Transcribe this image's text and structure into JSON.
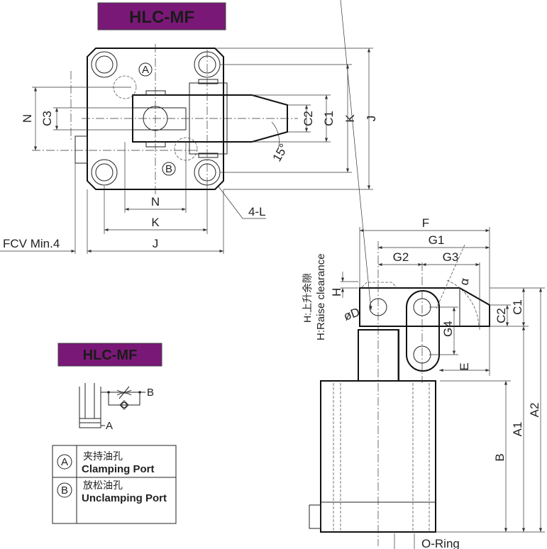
{
  "colors": {
    "title_fill": "#7a1877",
    "line": "#222222"
  },
  "top_view": {
    "title": "HLC-MF",
    "port_a": "A",
    "port_b": "B",
    "dims": {
      "n_left": "N",
      "c3": "C3",
      "c2": "C2",
      "c1": "C1",
      "k_right": "K",
      "j_right": "J",
      "n_bottom": "N",
      "k_bottom": "K",
      "j_bottom": "J",
      "fcv": "FCV Min.4",
      "holes": "4-L",
      "angle": "15°"
    }
  },
  "side_view": {
    "dims": {
      "f": "F",
      "g1": "G1",
      "g2": "G2",
      "g3": "G3",
      "g4": "G4",
      "h": "H",
      "d": "øD",
      "alpha": "α",
      "c1": "C1",
      "c2": "C2",
      "e": "E",
      "b": "B",
      "a1": "A1",
      "a2": "A2",
      "oring": "O-Ring"
    },
    "raise_clearance_cn": "H:上升余隙",
    "raise_clearance_en": "H:Raise clearance"
  },
  "schematic": {
    "title": "HLC-MF",
    "port_a": "A",
    "port_b": "B"
  },
  "legend": [
    {
      "symbol": "A",
      "cn": "夹持油孔",
      "en": "Clamping Port"
    },
    {
      "symbol": "B",
      "cn": "放松油孔",
      "en": "Unclamping Port"
    }
  ]
}
